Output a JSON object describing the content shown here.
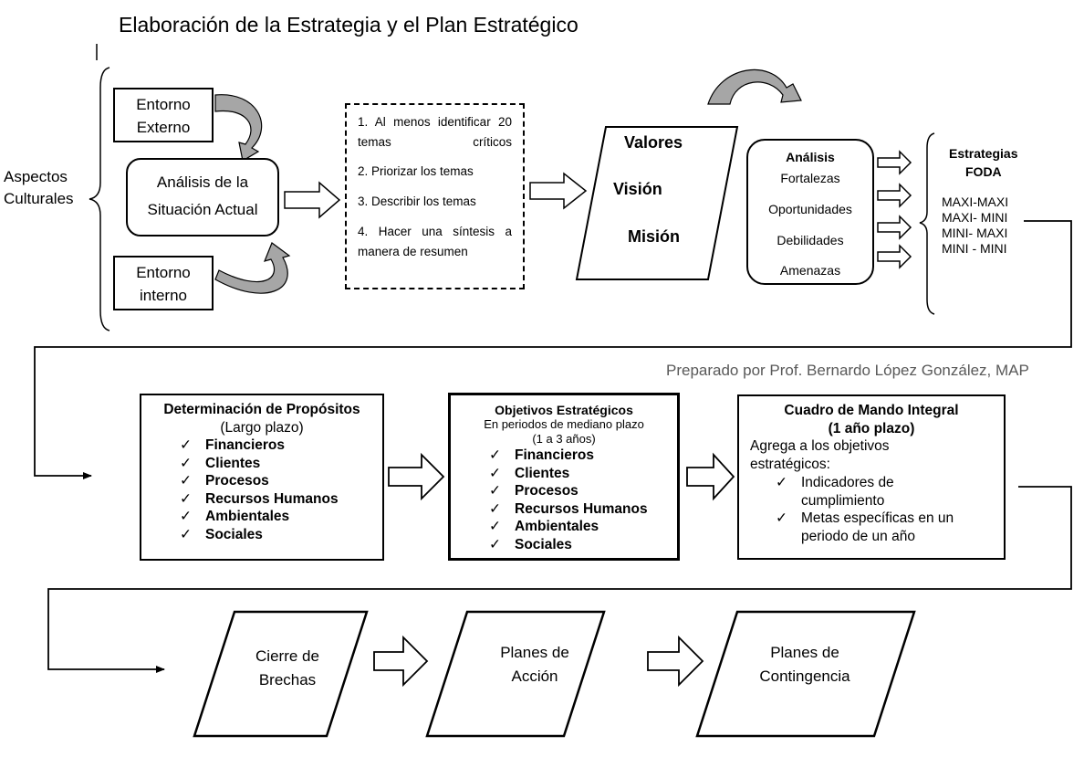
{
  "title": "Elaboración de la Estrategia y el Plan Estratégico",
  "credit": "Preparado por Prof. Bernardo López González, MAP",
  "cultural": {
    "line1": "Aspectos",
    "line2": "Culturales"
  },
  "entorno_externo": {
    "line1": "Entorno",
    "line2": "Externo"
  },
  "analisis_situacion": {
    "line1": "Análisis de la",
    "line2": "Situación Actual"
  },
  "entorno_interno": {
    "line1": "Entorno",
    "line2": "interno"
  },
  "steps": [
    "1. Al menos identificar 20 temas críticos",
    "2. Priorizar los temas",
    "3. Describir los temas",
    "4. Hacer una síntesis a manera de resumen"
  ],
  "vvm": {
    "valores": "Valores",
    "vision": "Visión",
    "mision": "Misión"
  },
  "foda_analysis": {
    "title": "Análisis",
    "items": [
      "Fortalezas",
      "Oportunidades",
      "Debilidades",
      "Amenazas"
    ]
  },
  "strategies": {
    "title1": "Estrategias",
    "title2": "FODA",
    "items": [
      "MAXI-MAXI",
      "MAXI- MINI",
      "MINI- MAXI",
      "MINI - MINI"
    ]
  },
  "propositos": {
    "title": "Determinación de Propósitos",
    "subtitle": "(Largo plazo)",
    "items": [
      "Financieros",
      "Clientes",
      "Procesos",
      "Recursos Humanos",
      "Ambientales",
      "Sociales"
    ]
  },
  "objetivos": {
    "title": "Objetivos Estratégicos",
    "subtitle1": "En periodos de mediano plazo",
    "subtitle2": "(1 a 3 años)",
    "items": [
      "Financieros",
      "Clientes",
      "Procesos",
      "Recursos Humanos",
      "Ambientales",
      "Sociales"
    ]
  },
  "cuadro": {
    "title1": "Cuadro de Mando Integral",
    "title2": "(1 año plazo)",
    "intro1": "Agrega a los objetivos",
    "intro2": "estratégicos:",
    "item1_line1": "Indicadores de",
    "item1_line2": "cumplimiento",
    "item2_line1": "Metas específicas en un",
    "item2_line2": "periodo de un año"
  },
  "brechas": {
    "line1": "Cierre de",
    "line2": "Brechas"
  },
  "accion": {
    "line1": "Planes de",
    "line2": "Acción"
  },
  "contingencia": {
    "line1": "Planes de",
    "line2": "Contingencia"
  },
  "colors": {
    "stroke": "#000000",
    "curved_arrow_fill": "#a6a6a6",
    "background": "#ffffff"
  }
}
